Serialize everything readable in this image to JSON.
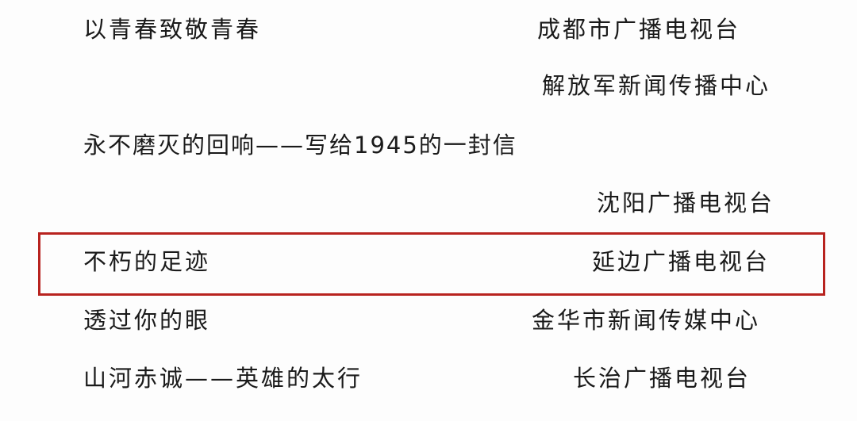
{
  "entries": [
    {
      "title": "以青春致敬青春",
      "org": "成都市广播电视台"
    },
    {
      "title": "",
      "org": "解放军新闻传播中心"
    },
    {
      "title": "永不磨灭的回响——写给1945的一封信",
      "org": ""
    },
    {
      "title": "",
      "org": "沈阳广播电视台"
    },
    {
      "title": "不朽的足迹",
      "org": "延边广播电视台",
      "highlighted": true
    },
    {
      "title": "透过你的眼",
      "org": "金华市新闻传媒中心"
    },
    {
      "title": "山河赤诚——英雄的太行",
      "org": "长治广播电视台"
    }
  ],
  "highlight_color": "#b8231f"
}
